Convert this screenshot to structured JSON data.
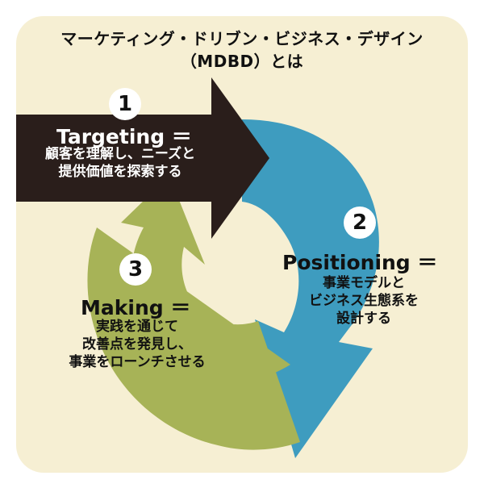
{
  "title": {
    "line1": "マーケティング・ドリブン・ビジネス・デザイン",
    "line2": "（MDBD）とは"
  },
  "colors": {
    "background": "#f6efd3",
    "targeting_arrow": "#2a1e1b",
    "positioning_arrow": "#3e9cbf",
    "making_arrow": "#a7b357",
    "badge": "#ffffff"
  },
  "steps": [
    {
      "number": "1",
      "heading": "Targeting ＝",
      "lines": [
        "顧客を理解し、ニーズと",
        "提供価値を探索する"
      ]
    },
    {
      "number": "2",
      "heading": "Positioning ＝",
      "lines": [
        "事業モデルと",
        "ビジネス生態系を",
        "設計する"
      ]
    },
    {
      "number": "3",
      "heading": "Making ＝",
      "lines": [
        "実践を通じて",
        "改善点を発見し、",
        "事業をローンチさせる"
      ]
    }
  ]
}
